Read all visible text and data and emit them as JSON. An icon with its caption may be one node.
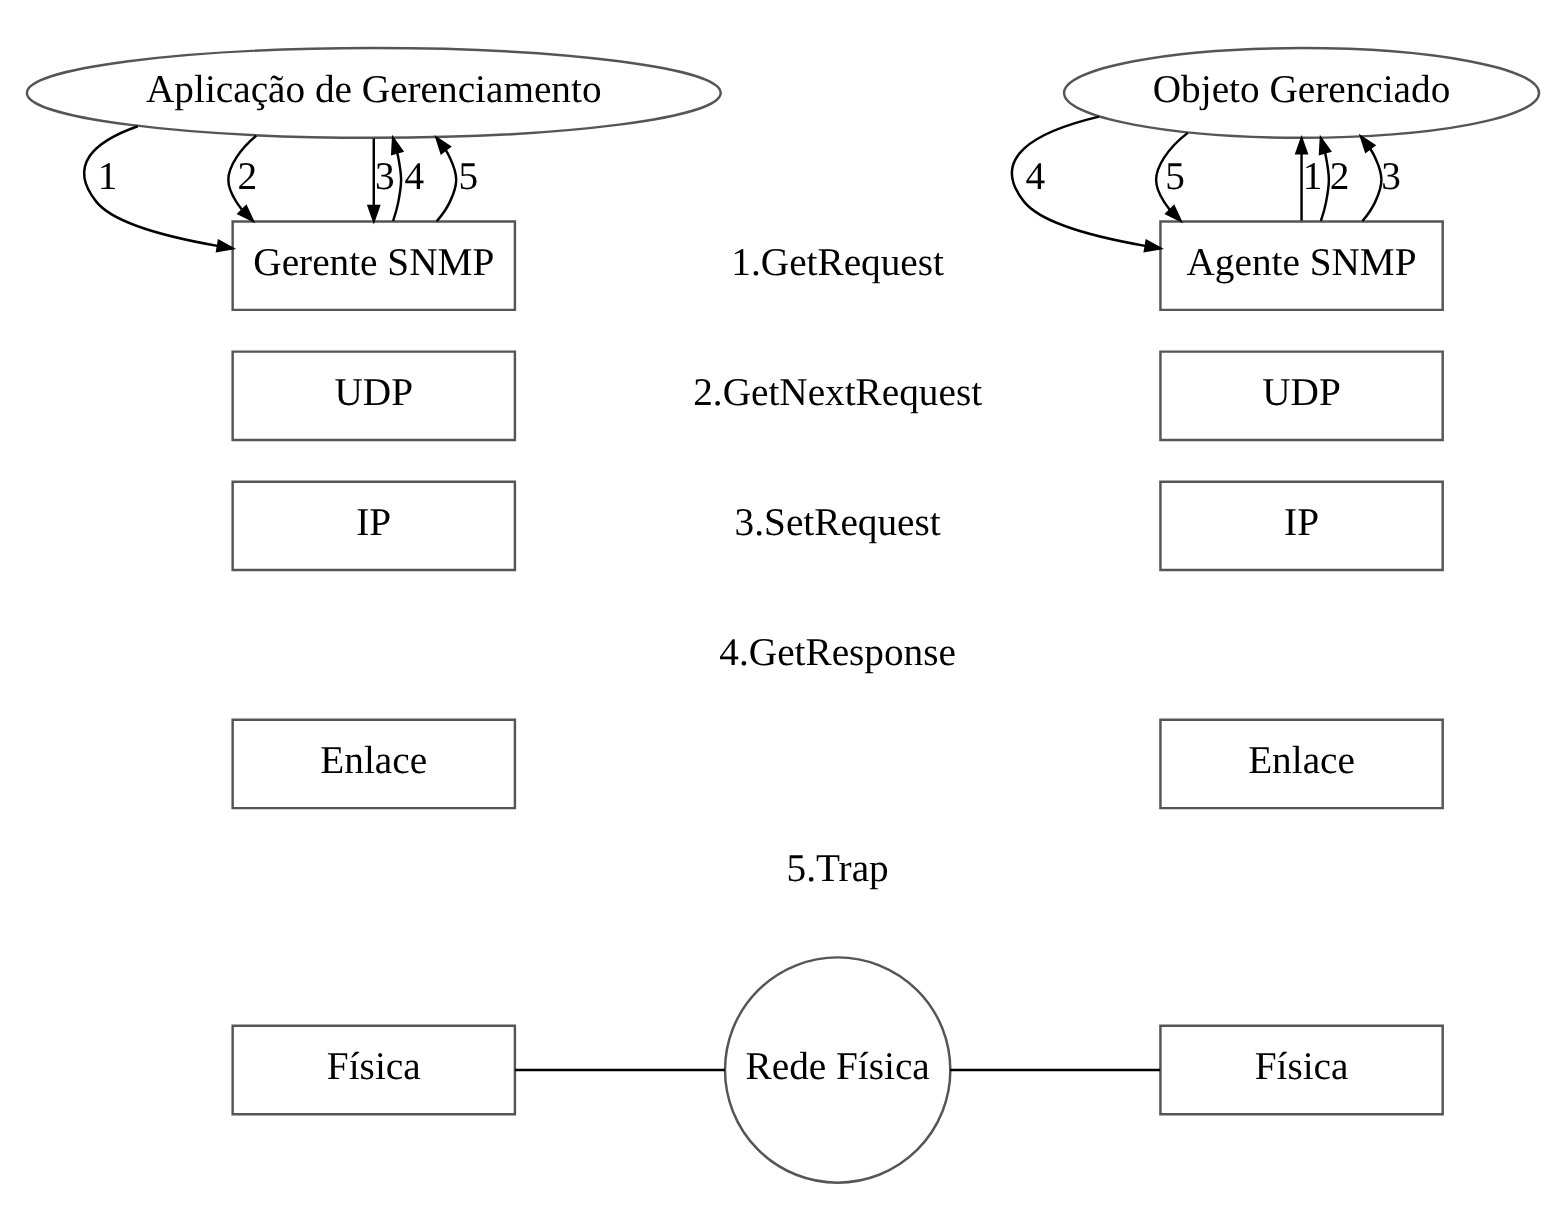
{
  "diagram": {
    "nodes": [
      {
        "text": [
          "Aplicação de Gerenciamento"
        ]
      },
      {
        "text": [
          "Objeto Gerenciado"
        ]
      },
      {
        "text": [
          "Gerente SNMP"
        ]
      },
      {
        "text": [
          "UDP"
        ]
      },
      {
        "text": [
          "IP"
        ]
      },
      {
        "text": [
          "Enlace"
        ]
      },
      {
        "text": [
          "Física"
        ]
      },
      {
        "text": [
          "Agente SNMP"
        ]
      },
      {
        "text": [
          "UDP"
        ]
      },
      {
        "text": [
          "IP"
        ]
      },
      {
        "text": [
          "Enlace"
        ]
      },
      {
        "text": [
          "Física"
        ]
      },
      {
        "text": [
          "Rede Física"
        ]
      }
    ],
    "edges": [
      {
        "from": 0,
        "to": 2,
        "arrow": "to",
        "label": "1"
      },
      {
        "from": 0,
        "to": 2,
        "arrow": "to",
        "label": "2"
      },
      {
        "from": 0,
        "to": 2,
        "arrow": "to",
        "label": "3"
      },
      {
        "from": 2,
        "to": 0,
        "arrow": "to",
        "label": "4"
      },
      {
        "from": 2,
        "to": 0,
        "arrow": "to",
        "label": "5"
      },
      {
        "from": 1,
        "to": 7,
        "arrow": "to",
        "label": "4"
      },
      {
        "from": 1,
        "to": 7,
        "arrow": "to",
        "label": "5"
      },
      {
        "from": 7,
        "to": 1,
        "arrow": "to",
        "label": "1"
      },
      {
        "from": 7,
        "to": 1,
        "arrow": "to",
        "label": "2"
      },
      {
        "from": 7,
        "to": 1,
        "arrow": "to",
        "label": "3"
      },
      {
        "from": 6,
        "to": 12,
        "arrow": "none"
      },
      {
        "from": 12,
        "to": 11,
        "arrow": "none"
      }
    ],
    "labels": [
      "1.GetRequest",
      "2.GetNextRequest",
      "3.SetRequest",
      "4.GetResponse",
      "5.Trap"
    ]
  }
}
